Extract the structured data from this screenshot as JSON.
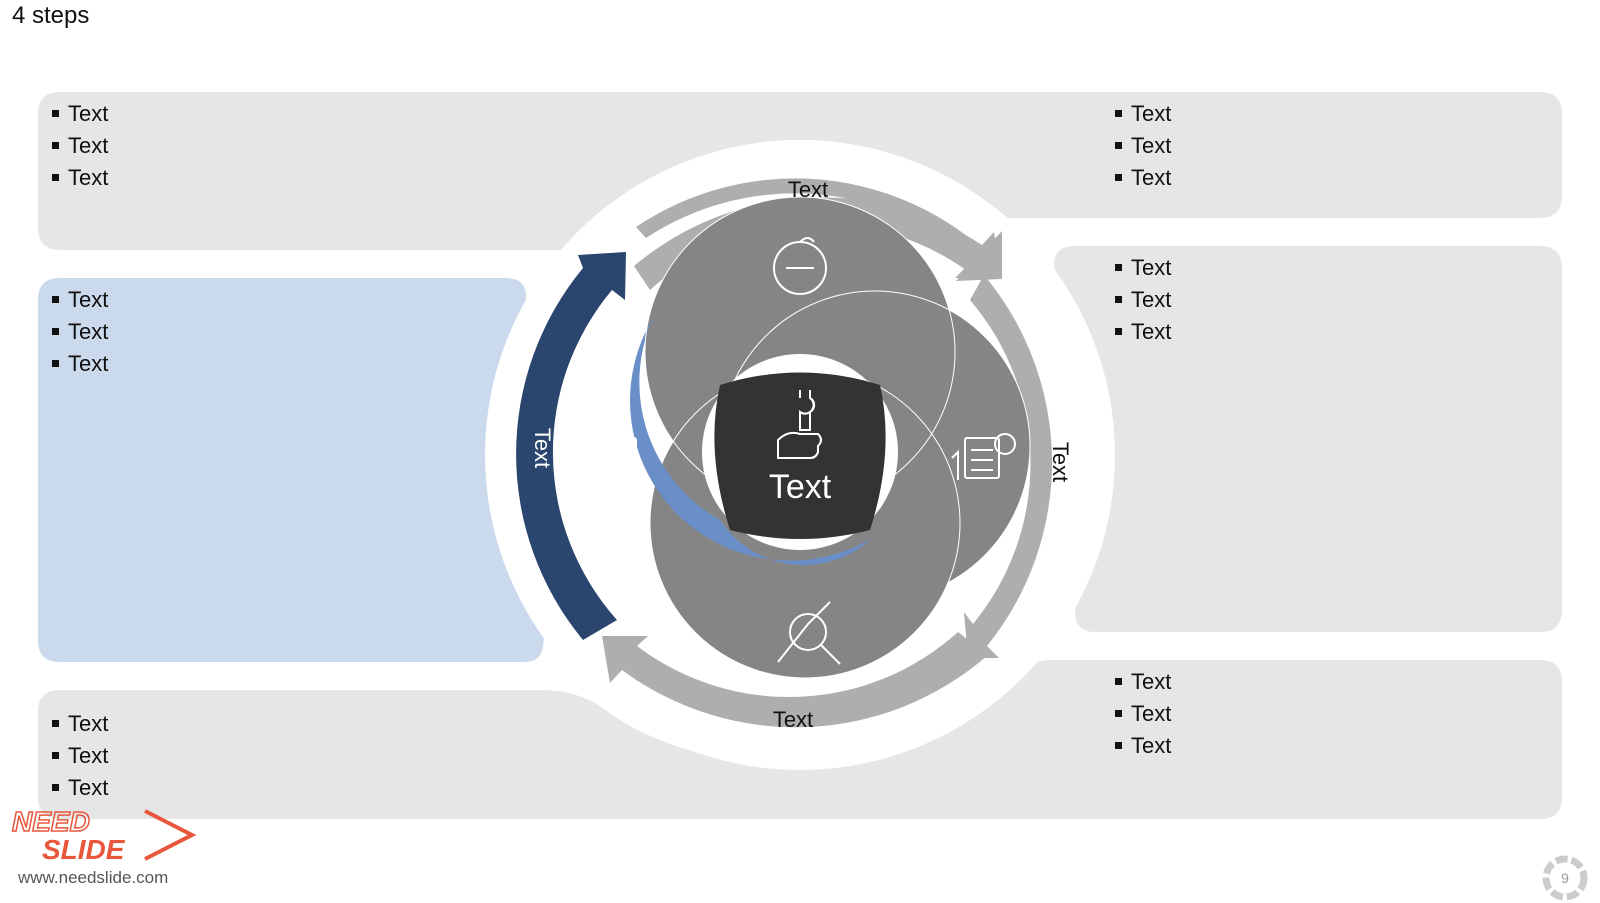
{
  "title": "4 steps",
  "center": {
    "label": "Text",
    "icon": "wrench-hand-icon"
  },
  "arrows": {
    "top": "Text",
    "right": "Text",
    "bottom": "Text",
    "left": "Text"
  },
  "boxes": {
    "top_left": [
      "Text",
      "Text",
      "Text"
    ],
    "top_right": [
      "Text",
      "Text",
      "Text"
    ],
    "middle_left": [
      "Text",
      "Text",
      "Text"
    ],
    "middle_right": [
      "Text",
      "Text",
      "Text"
    ],
    "bottom_left": [
      "Text",
      "Text",
      "Text"
    ],
    "bottom_right": [
      "Text",
      "Text",
      "Text"
    ]
  },
  "segment_icons": [
    "stopwatch-icon",
    "calculator-euro-icon",
    "chart-magnifier-icon",
    "auction-document-icon"
  ],
  "footer": {
    "brand_line1": "NEED",
    "brand_line2": "SLIDE",
    "website": "www.needslide.com",
    "page_number": "9"
  },
  "colors": {
    "highlight_dark": "#2a466e",
    "highlight_light": "#6a8fc8",
    "box_highlight": "#cbd9ec",
    "box_gray": "#e6e6e6",
    "segment_gray": "#858585",
    "arrow_gray": "#aeaeae",
    "center_dark": "#333333"
  }
}
